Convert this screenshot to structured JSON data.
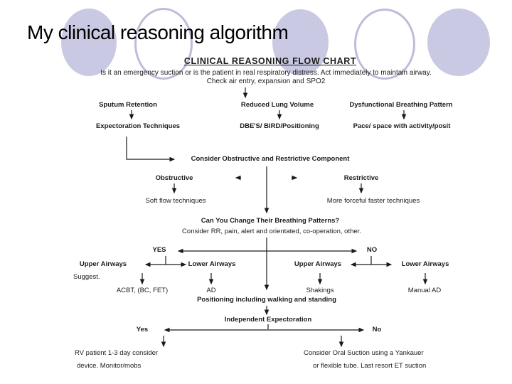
{
  "slide_title": "My clinical reasoning algorithm",
  "colors": {
    "circle_fill": "#c9c9e3",
    "circle_outline": "#bdbdd9",
    "text": "#1c1c1c"
  },
  "flowchart": {
    "title": "CLINICAL REASONING FLOW CHART",
    "intro_line1": "Is it an emergency suction or is the patient in real respiratory distress. Act immediately to maintain airway.",
    "intro_line2": "Check air entry, expansion and SPO2",
    "assessment": {
      "sputum": "Sputum Retention",
      "sputum_action": "Expectoration Techniques",
      "volume": "Reduced Lung Volume",
      "volume_action": "DBE'S/ BIRD/Positioning",
      "breathing": "Dysfunctional Breathing Pattern",
      "breathing_action": "Pace/ space with activity/posit"
    },
    "component": {
      "consider": "Consider Obstructive and Restrictive Component",
      "obstructive": "Obstructive",
      "obstructive_action": "Soft flow techniques",
      "restrictive": "Restrictive",
      "restrictive_action": "More forceful faster techniques"
    },
    "breathing_question": {
      "question": "Can You Change Their Breathing Patterns?",
      "considerations": "Consider RR, pain, alert and orientated, co-operation, other.",
      "yes": "YES",
      "no": "NO",
      "suggest": "Suggest.",
      "yes_upper": "Upper Airways",
      "yes_upper_action": "ACBT, (BC, FET)",
      "yes_lower": "Lower Airways",
      "yes_lower_action": "AD",
      "no_upper": "Upper Airways",
      "no_upper_action": "Shakings",
      "no_lower": "Lower Airways",
      "no_lower_action": "Manual AD"
    },
    "positioning": "Positioning including walking and standing",
    "independent_expectoration": {
      "question": "Independent Expectoration",
      "yes": "Yes",
      "no": "No",
      "yes_outcome_line1": "RV patient 1-3 day consider",
      "yes_outcome_line2": "device. Monitor/mobs",
      "no_outcome_line1": "Consider Oral Suction using a Yankauer",
      "no_outcome_line2": "or flexible tube. Last resort ET suction"
    }
  }
}
